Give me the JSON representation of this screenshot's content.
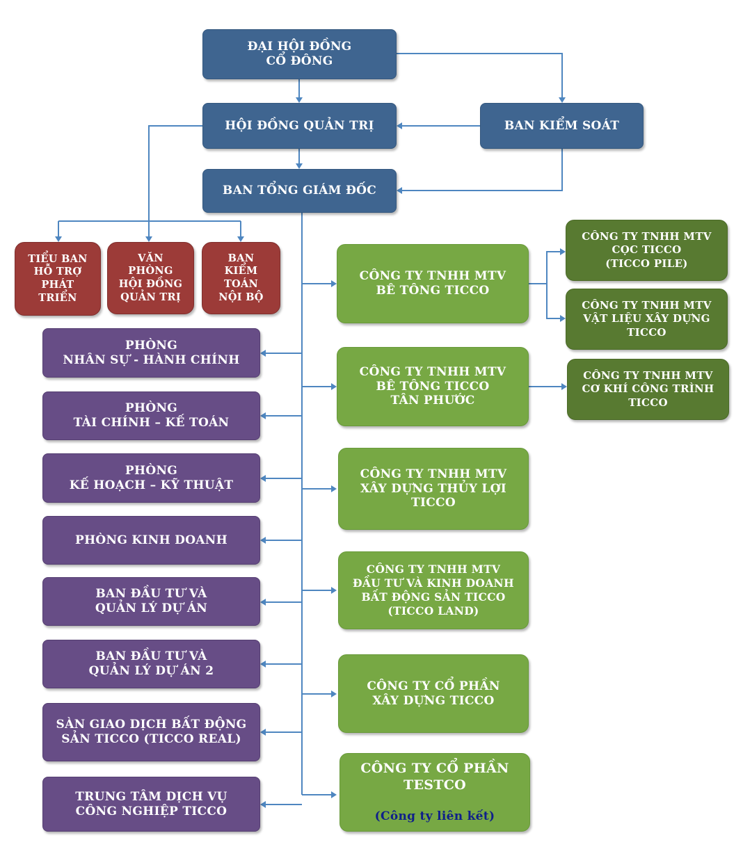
{
  "colors": {
    "governance": "#3f6590",
    "committee": "#9c3b38",
    "department": "#674d86",
    "subsidiary": "#77a844",
    "second_tier": "#587a31",
    "connector": "#4e86c0",
    "associate_label": "#0f1f8a"
  },
  "governance": {
    "shareholders": "ĐẠI HỘI ĐỒNG\nCỔ ĐÔNG",
    "board": "HỘI ĐỒNG QUẢN TRỊ",
    "supervisory": "BAN KIỂM SOÁT",
    "executive": "BAN TỔNG GIÁM ĐỐC"
  },
  "committees": [
    "TIỂU BAN\nHỖ TRỢ\nPHÁT\nTRIỂN",
    "VĂN\nPHÒNG\nHỘI ĐỒNG\nQUẢN TRỊ",
    "BAN\nKIỂM\nTOÁN\nNỘI BỘ"
  ],
  "departments": [
    "PHÒNG\nNHÂN SỰ - HÀNH CHÍNH",
    "PHÒNG\nTÀI CHÍNH – KẾ TOÁN",
    "PHÒNG\nKẾ HOẠCH – KỸ THUẬT",
    "PHÒNG KINH DOANH",
    "BAN ĐẦU TƯ VÀ\nQUẢN LÝ DỰ ÁN",
    "BAN ĐẦU TƯ VÀ\nQUẢN LÝ DỰ ÁN 2",
    "SÀN GIAO DỊCH BẤT ĐỘNG\nSẢN TICCO (TICCO REAL)",
    "TRUNG TÂM DỊCH VỤ\nCÔNG NGHIỆP TICCO"
  ],
  "subsidiaries": [
    "CÔNG TY TNHH MTV\nBÊ TÔNG TICCO",
    "CÔNG TY TNHH MTV\nBÊ TÔNG TICCO\nTÂN PHƯỚC",
    "CÔNG TY TNHH MTV\nXÂY DỰNG THỦY LỢI\nTICCO",
    "CÔNG TY TNHH MTV\nĐẦU TƯ VÀ KINH DOANH\nBẤT ĐỘNG SẢN TICCO\n(TICCO LAND)",
    "CÔNG TY CỔ PHẦN\nXÂY DỰNG TICCO"
  ],
  "associate": {
    "name": "CÔNG TY CỔ PHẦN\nTESTCO",
    "note": "(Công ty liên kết)"
  },
  "second_tier": [
    "CÔNG TY TNHH MTV\nCỌC TICCO\n(TICCO PILE)",
    "CÔNG TY TNHH MTV\nVẬT LIỆU XÂY DỰNG\nTICCO",
    "CÔNG TY TNHH MTV\nCƠ KHÍ CÔNG TRÌNH\nTICCO"
  ]
}
